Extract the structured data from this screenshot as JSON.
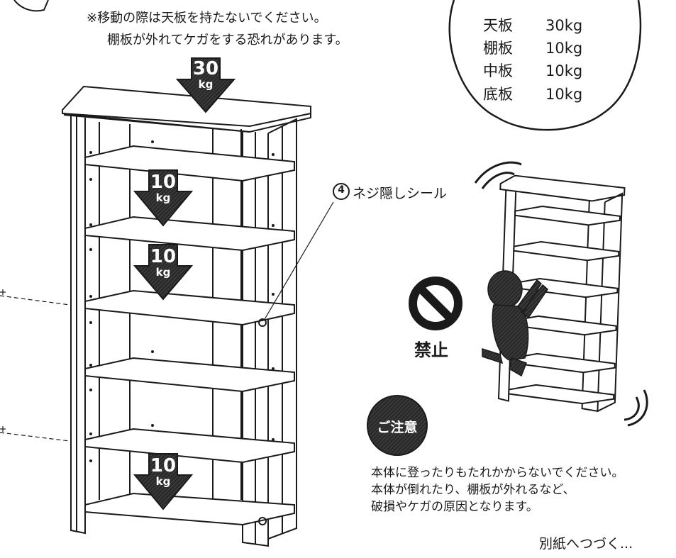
{
  "top_note": {
    "line1": "※移動の際は天板を持たないでください。",
    "line2": "棚板が外れてケガをする恐れがあります。"
  },
  "load_table": {
    "rows": [
      {
        "name": "天板",
        "weight": "30kg"
      },
      {
        "name": "棚板",
        "weight": "10kg"
      },
      {
        "name": "中板",
        "weight": "10kg"
      },
      {
        "name": "底板",
        "weight": "10kg"
      }
    ]
  },
  "arrows": [
    {
      "value": "30",
      "unit": "kg"
    },
    {
      "value": "10",
      "unit": "kg"
    },
    {
      "value": "10",
      "unit": "kg"
    },
    {
      "value": "10",
      "unit": "kg"
    }
  ],
  "sticker_callout": {
    "number": "4",
    "label": "ネジ隠しシール"
  },
  "prohibited": {
    "label": "禁止"
  },
  "caution": {
    "badge": "ご注意",
    "lines": [
      "本体に登ったりもたれかからないでください。",
      "本体が倒れたり、棚板が外れるなど、",
      "破損やケガの原因となります。"
    ]
  },
  "continued": {
    "label": "別紙へつづく..."
  },
  "colors": {
    "ink": "#1a1a1a",
    "arrow_fill": "#333333"
  }
}
